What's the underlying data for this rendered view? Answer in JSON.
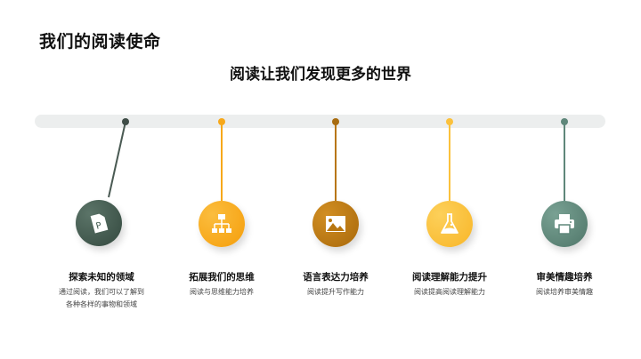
{
  "header": {
    "title": "我们的阅读使命",
    "subtitle": "阅读让我们发现更多的世界"
  },
  "timeline": {
    "bar_color": "#eceeee",
    "items": [
      {
        "title": "探索未知的领域",
        "description": "通过阅读，我们可以了解到各种各样的事物和领域",
        "icon": "document-p-icon",
        "color": "#3f5a4e",
        "dot_color": "#3f4d47"
      },
      {
        "title": "拓展我们的思维",
        "description": "阅读与思维能力培养",
        "icon": "hierarchy-icon",
        "color": "#f7a81a",
        "dot_color": "#f7a81a"
      },
      {
        "title": "语言表达力培养",
        "description": "阅读提升写作能力",
        "icon": "image-icon",
        "color": "#b8760f",
        "dot_color": "#a86c10"
      },
      {
        "title": "阅读理解能力提升",
        "description": "阅读提高阅读理解能力",
        "icon": "flask-icon",
        "color": "#fbc13c",
        "dot_color": "#fbc13c"
      },
      {
        "title": "审美情趣培养",
        "description": "阅读培养审美情趣",
        "icon": "printer-icon",
        "color": "#5f877a",
        "dot_color": "#5f877a"
      }
    ]
  }
}
